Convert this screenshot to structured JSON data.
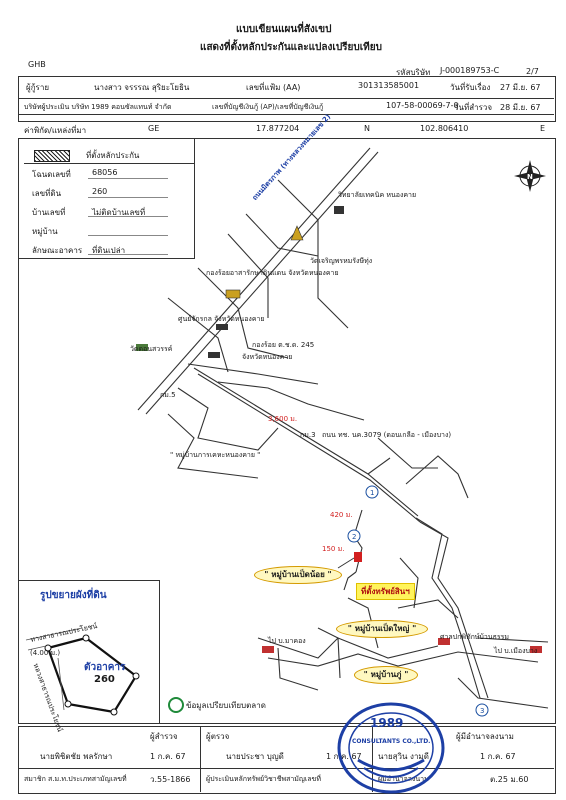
{
  "header": {
    "title_line1": "แบบเขียนแผนที่สังเขป",
    "title_line2": "แสดงที่ตั้งหลักประกันและแปลงเปรียบเทียบ",
    "bank": "GHB",
    "ref_label": "รหัสบริษัท",
    "ref_value": "J-000189753-C",
    "page": "2/7"
  },
  "info": {
    "borrower_label": "ผู้กู้ราย",
    "borrower_value": "นางสาว จรรรณ  สุริยะโยธิน",
    "file_label": "เลขที่แฟ้ม (AA)",
    "file_value": "301313585001",
    "received_label": "วันที่รับเรื่อง",
    "received_value": "27 มี.ย. 67",
    "company_label": "บริษัทผู้ประเมิน บริษัท 1989 คอนซัลแทนท์ จำกัด",
    "account_label": "เลขที่บัญชีเงินกู้ (AP)/เลขที่บัญชีเงินกู้",
    "account_value": "107-58-00069-7-0",
    "survey_label": "วันที่สำรวจ",
    "survey_value": "28 มี.ย. 67",
    "coord_label": "ค่าพิกัด/แหล่งที่มา",
    "coord_source": "GE",
    "coord_n": "17.877204",
    "n_label": "N",
    "coord_e": "102.806410",
    "e_label": "E"
  },
  "legend": {
    "location_label": "ที่ตั้งหลักประกัน",
    "deed_label": "โฉนดเลขที่",
    "deed_value": "68056",
    "land_label": "เลขที่ดิน",
    "land_value": "260",
    "house_label": "บ้านเลขที่",
    "house_value": "ไม่ติดบ้านเลขที่",
    "village_label": "หมู่บ้าน",
    "village_value": "",
    "type_label": "ลักษณะอาคาร",
    "type_value": "ที่ดินเปล่า"
  },
  "map": {
    "road_main": "ถนนมิตรภาพ (ทางหลวงหมายเลข 2)",
    "tech_college": "วิทยาลัยเทคนิค หนองคาย",
    "temple": "วัดเจริญพรหมรังษีทุ่ง",
    "police": "กองร้อยอาสารักษาดินแดน จังหวัดหนองคาย",
    "center": "ศูนย์จักรกล จังหวัดหนองคาย",
    "temple2": "วัดดอนสวรรค์",
    "border": "กองร้อย ต.ช.ด. 245",
    "temple3": "จังหวัดหนองคาย",
    "km": "กม.5",
    "km3": "กม.3",
    "dist1": "3,600 ม.",
    "road2": "ถนน ทช. นค.3079 (ดอนเกลือ - เมืองบาง)",
    "village_official": "\" หมู่บ้านการเคหะหนองคาย \"",
    "dist2": "420 ม.",
    "dist3": "150 ม.",
    "village_duck": "\" หมู่บ้านเป็ดน้อย \"",
    "property_label": "ที่ตั้งทรัพย์สินฯ",
    "village_big_duck": "\" หมู่บ้านเป็ดใหญ่ \"",
    "village_bee": "\" หมู่บ้านภู่ \"",
    "to_makhaeng": "ไป บ.มาคอง",
    "to_mueang": "ไป บ.เมืองบาง",
    "shrine": "ศาลปกพิทักษ์บ้านธรรม",
    "marker1": "1",
    "marker2": "2",
    "marker3": "3",
    "north": "N",
    "compare_label": "ข้อมูลเปรียบเทียบตลาด",
    "inset_title": "รูปขยายผังที่ดิน",
    "inset_road_a": "ทางสาธารณประโยชน์",
    "inset_road_b": "หลวงสาธารณประโยชน์",
    "inset_width": "(4.00 ม.)",
    "inset_deed_label": "ตัวอาคาร",
    "inset_deed_value": "260"
  },
  "footer": {
    "surveyor_label": "ผู้สำรวจ",
    "surveyor_name": "นายพิชิตชัย  พลรักษา",
    "surveyor_date": "1 ก.ค. 67",
    "surveyor_assoc": "สมาชิก ส.ม.ท.ประเภทสามัญเลขที่",
    "surveyor_no": "ว.55-1866",
    "appraiser_label": "ผู้ตรวจ",
    "appraiser_name": "นายประชา  บุญดี",
    "appraiser_date": "1 ก.ค. 67",
    "appraiser_title": "ผู้ประเมินหลักทรัพย์วิชาชีพสามัญเลขที่",
    "signer_name": "นายสุวิน  งามดี",
    "signer_date": "1 ก.ค. 67",
    "signer_label": "ผู้มีอำนาจลงนาม",
    "signer_title": "ผู้มีอำนาจลงนาม",
    "signer_no": "ต.25 ม.60",
    "stamp_year": "1989",
    "stamp_text": "CONSULTANTS CO.,LTD."
  }
}
